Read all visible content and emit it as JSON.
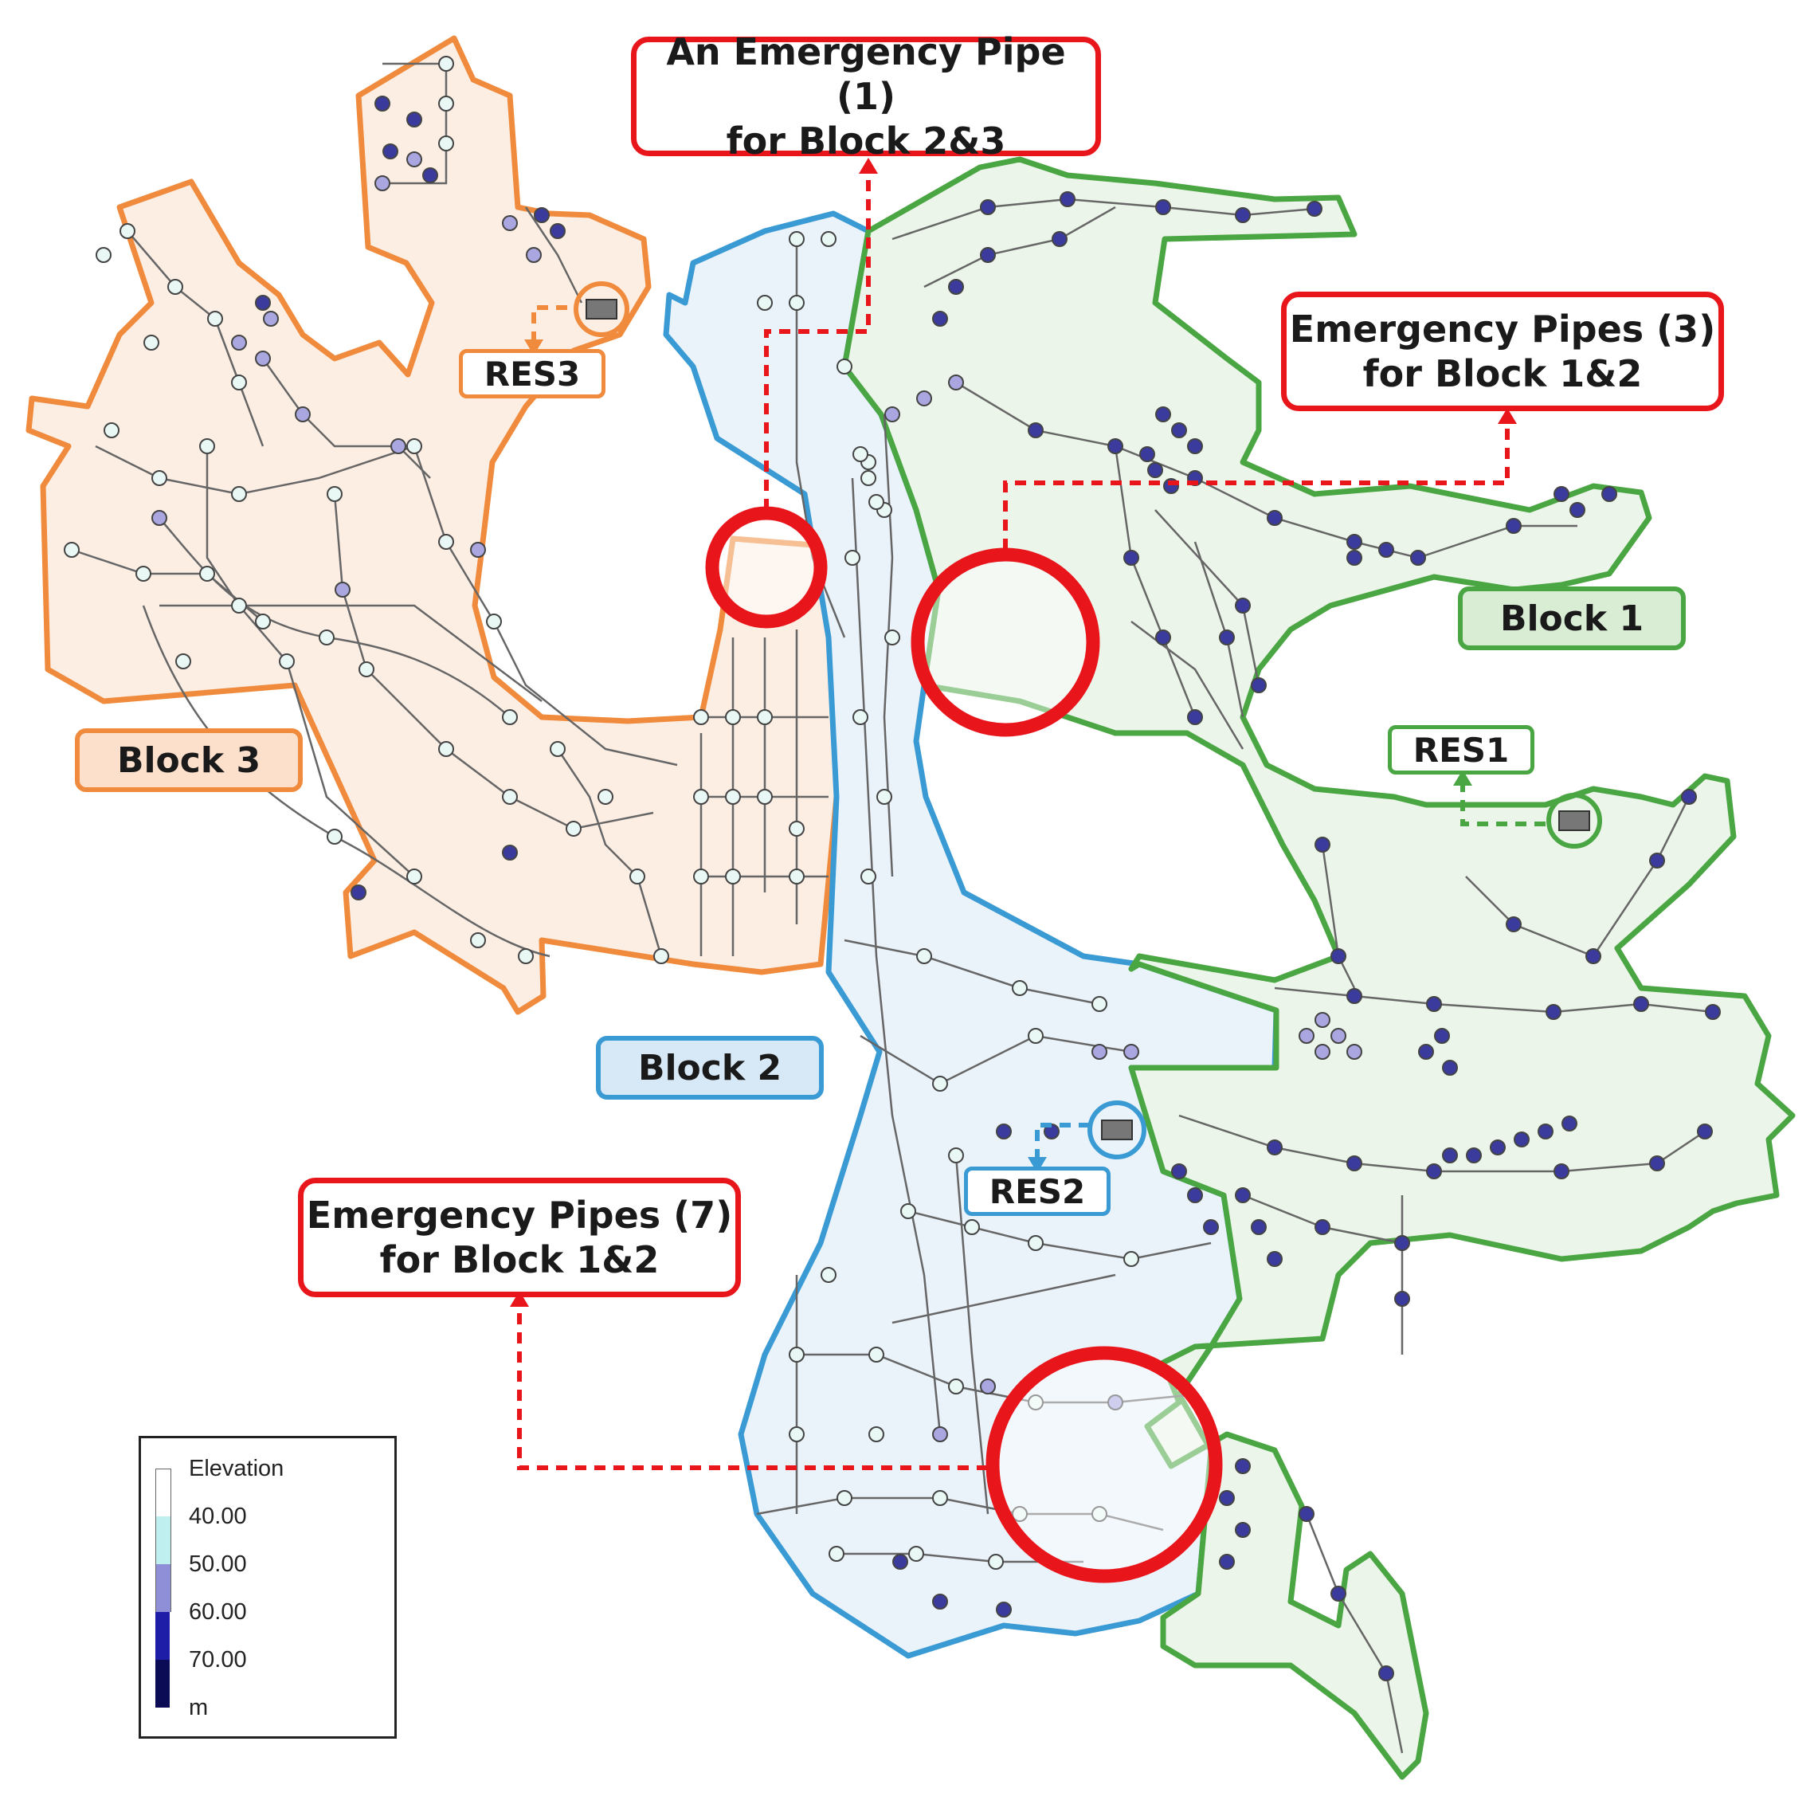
{
  "callouts": {
    "pipe_block23_line1": "An Emergency Pipe (1)",
    "pipe_block23_line2": "for Block 2&3",
    "pipes_block12_3_line1": "Emergency Pipes (3)",
    "pipes_block12_3_line2": "for Block 1&2",
    "pipes_block12_7_line1": "Emergency Pipes (7)",
    "pipes_block12_7_line2": "for Block 1&2"
  },
  "blocks": {
    "block1": {
      "label": "Block 1",
      "color": "#4aa642",
      "fill": "#e2f2df"
    },
    "block2": {
      "label": "Block 2",
      "color": "#3a9ad4",
      "fill": "#dbe9f6"
    },
    "block3": {
      "label": "Block 3",
      "color": "#f08a3c",
      "fill": "#fde5d6"
    }
  },
  "reservoirs": {
    "res1": "RES1",
    "res2": "RES2",
    "res3": "RES3"
  },
  "legend": {
    "title": "Elevation",
    "levels": [
      "40.00",
      "50.00",
      "60.00",
      "70.00"
    ],
    "unit": "m",
    "colors": [
      "#ffffff",
      "#bff0ef",
      "#8f8fd8",
      "#1d1da8",
      "#0a0a55"
    ]
  },
  "colors": {
    "emergency_highlight": "#e8151b",
    "pipe": "#555555"
  }
}
